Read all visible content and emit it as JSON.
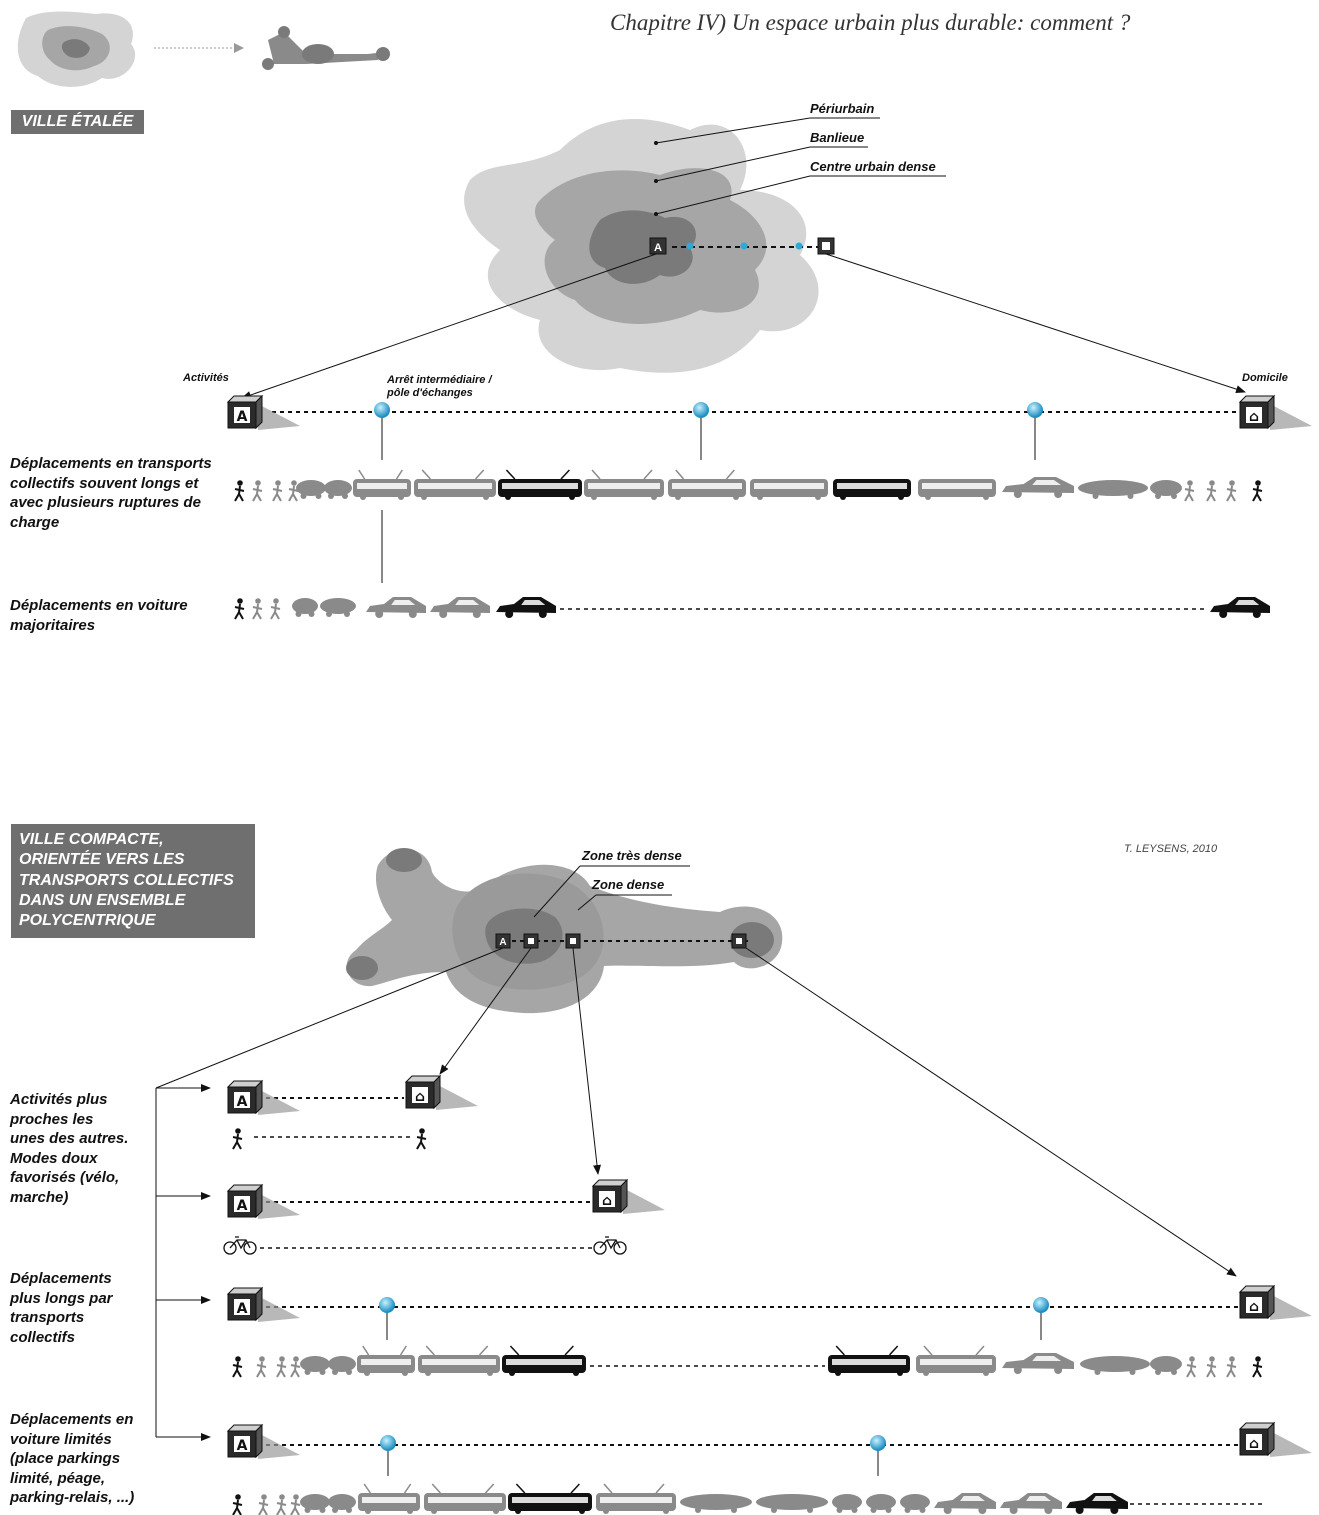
{
  "header": {
    "title": "Chapitre IV)  Un espace urbain plus durable: comment ?"
  },
  "spread": {
    "label": "VILLE ÉTALÉE",
    "zones": [
      "Périurbain",
      "Banlieue",
      "Centre urbain dense"
    ],
    "endpoints": {
      "left": "Activités",
      "stop": "Arrêt intermédiaire / pôle d'échanges",
      "right": "Domicile"
    },
    "rows": [
      {
        "text": "Déplacements en transports collectifs souvent longs et avec plusieurs ruptures de charge"
      },
      {
        "text": "Déplacements en voiture majoritaires"
      }
    ]
  },
  "compact": {
    "label_lines": [
      "VILLE COMPACTE,",
      "ORIENTÉE VERS LES",
      "TRANSPORTS COLLECTIFS",
      "DANS UN ENSEMBLE",
      "POLYCENTRIQUE"
    ],
    "credit": "T. LEYSENS, 2010",
    "zones": [
      "Zone très dense",
      "Zone dense"
    ],
    "rows": [
      {
        "lines": [
          "Activités plus",
          "proches les",
          "unes des autres.",
          "Modes doux",
          "favorisés (vélo,",
          "marche)"
        ]
      },
      {
        "lines": [
          "Déplacements",
          "plus longs par",
          "transports",
          "collectifs"
        ]
      },
      {
        "lines": [
          "Déplacements en",
          "voiture limités",
          "(place parkings",
          "limité, péage,",
          "parking-relais, ...)"
        ]
      }
    ]
  },
  "box_letters": {
    "activity": "A",
    "home": "⌂"
  },
  "colors": {
    "light": "#d4d4d4",
    "mid": "#a6a6a6",
    "dark": "#7a7a7a",
    "stop": "#2ea9d8",
    "ink": "#111111",
    "gray_icon": "#8a8a8a"
  }
}
